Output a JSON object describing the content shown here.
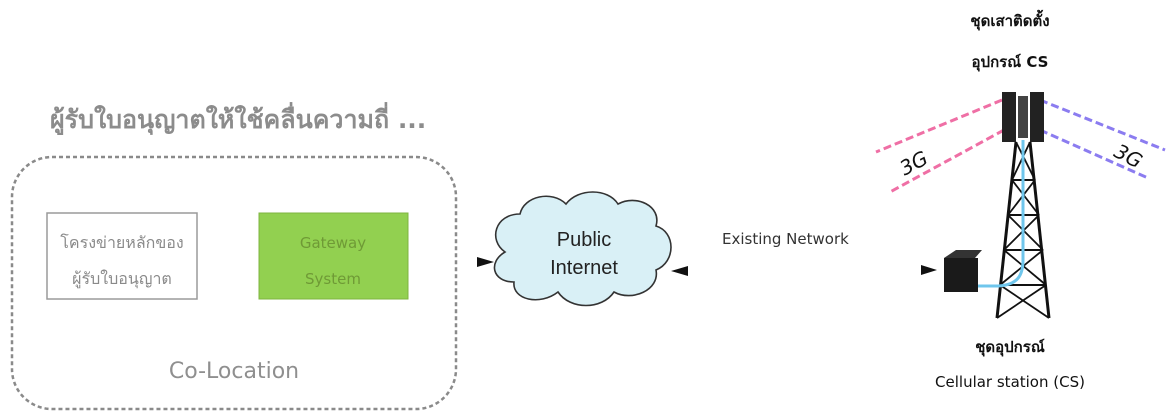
{
  "heading": "ผู้รับใบอนุญาตให้ใช้คลื่นความถี่ ...",
  "colocation": {
    "label": "Co-Location",
    "core_network_line1": "โครงข่ายหลักของ",
    "core_network_line2": "ผู้รับใบอนุญาต",
    "gateway_line1": "Gateway",
    "gateway_line2": "System"
  },
  "cloud": {
    "line1": "Public",
    "line2": "Internet"
  },
  "existing_network": "Existing Network",
  "mast": {
    "line1": "ชุดเสาติดตั้ง",
    "line2": "อุปกรณ์ CS"
  },
  "beams": {
    "left_label": "3G",
    "right_label": "3G"
  },
  "station": {
    "line1": "ชุดอุปกรณ์",
    "line2": "Cellular station (CS)"
  },
  "colors": {
    "gateway_fill": "#92d050",
    "cloud_fill": "#d9f0f6",
    "beam_left": "#ef6fa5",
    "beam_right": "#8b7cf0",
    "cable": "#6fc6ec"
  }
}
